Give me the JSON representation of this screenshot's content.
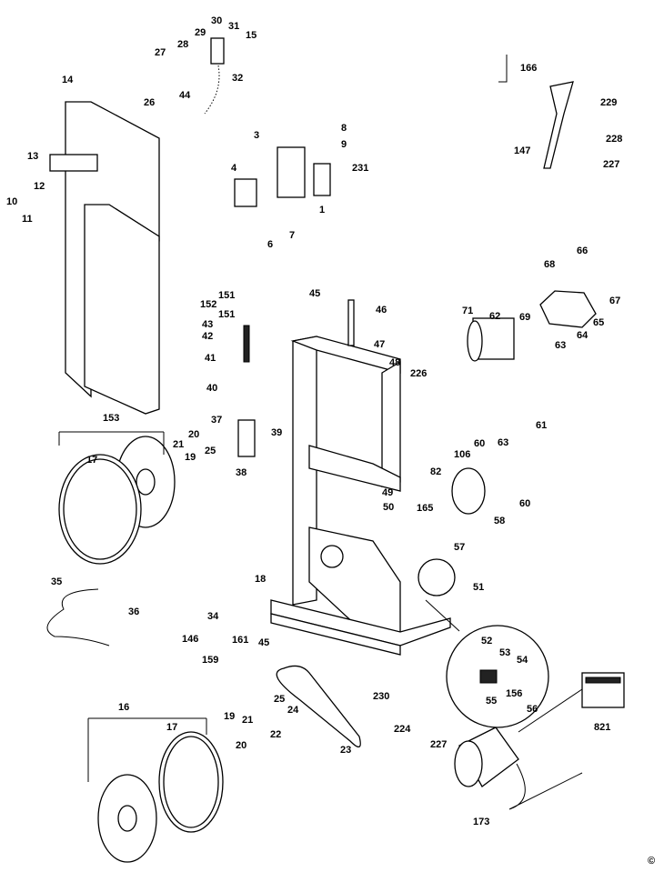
{
  "diagram": {
    "part_labels": [
      "30",
      "31",
      "15",
      "29",
      "28",
      "27",
      "32",
      "26",
      "44",
      "14",
      "166",
      "229",
      "228",
      "147",
      "227",
      "8",
      "9",
      "3",
      "231",
      "4",
      "1",
      "6",
      "7",
      "13",
      "12",
      "10",
      "11",
      "66",
      "68",
      "67",
      "45",
      "46",
      "151",
      "152",
      "151",
      "43",
      "42",
      "71",
      "62",
      "69",
      "65",
      "64",
      "63",
      "47",
      "41",
      "48",
      "226",
      "40",
      "153",
      "37",
      "20",
      "21",
      "39",
      "63",
      "61",
      "106",
      "60",
      "17",
      "19",
      "25",
      "38",
      "82",
      "49",
      "50",
      "165",
      "60",
      "58",
      "57",
      "18",
      "51",
      "35",
      "36",
      "34",
      "146",
      "161",
      "159",
      "45",
      "52",
      "53",
      "54",
      "55",
      "156",
      "230",
      "16",
      "17",
      "25",
      "24",
      "19",
      "21",
      "22",
      "20",
      "23",
      "224",
      "227",
      "56",
      "821",
      "173"
    ],
    "copyright": "©"
  }
}
